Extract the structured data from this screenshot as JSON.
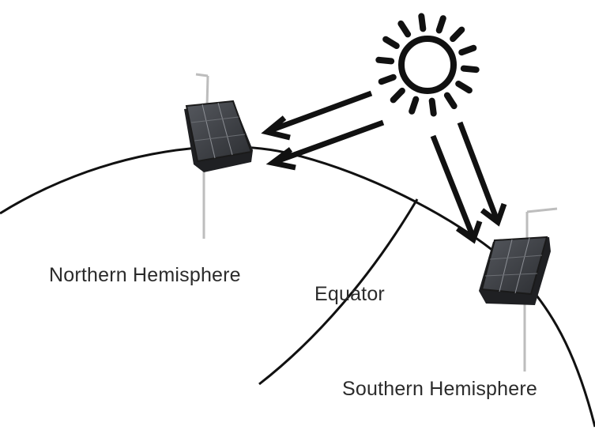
{
  "labels": {
    "northern": "Northern Hemisphere",
    "equator": "Equator",
    "southern": "Southern Hemisphere"
  },
  "colors": {
    "line": "#111111",
    "panel_body": "#2a2a2a",
    "panel_face": "#3a3c40",
    "pole": "#bdbdbd"
  },
  "icons": [
    "sun-icon",
    "solar-panel-icon"
  ]
}
